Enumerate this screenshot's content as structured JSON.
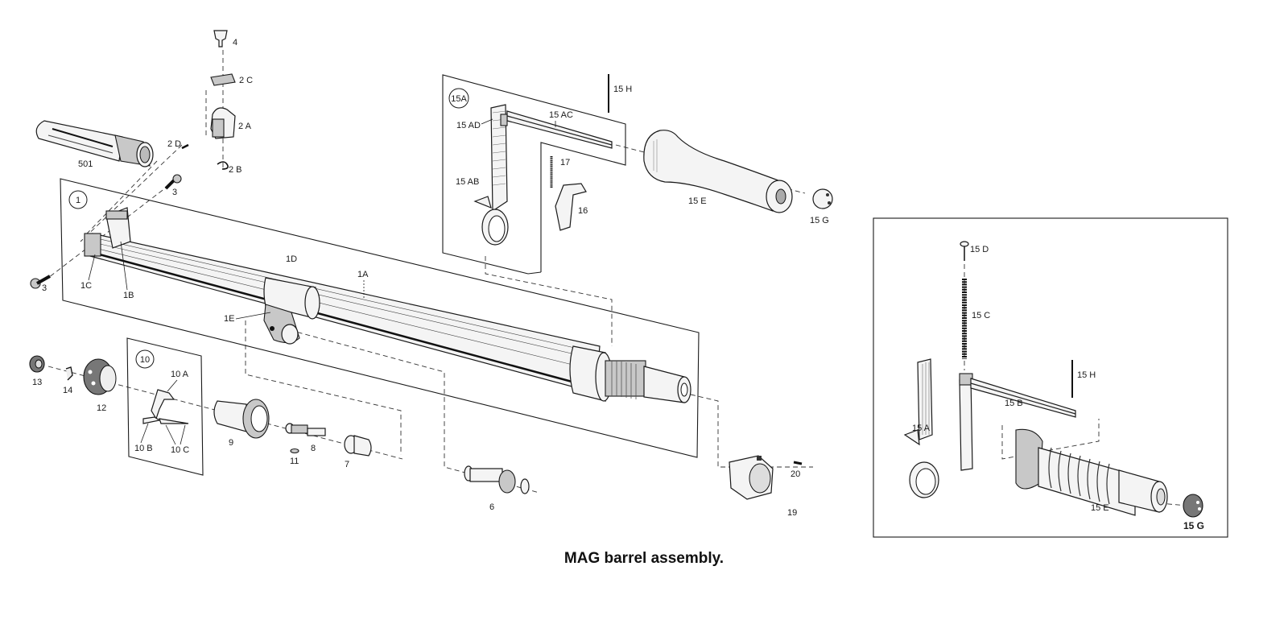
{
  "caption": "MAG barrel assembly.",
  "group_callouts": {
    "barrel_group": "1",
    "gas_regulator_group": "10",
    "carrying_handle_group": "15A"
  },
  "labels": {
    "p4": "4",
    "p2C": "2 C",
    "p2A": "2 A",
    "p2D": "2 D",
    "p2B": "2 B",
    "p501": "501",
    "p3_upper": "3",
    "p3_lower": "3",
    "p1C": "1C",
    "p1B": "1B",
    "p1D": "1D",
    "p1A": "1A",
    "p1E": "1E",
    "p13": "13",
    "p14": "14",
    "p12": "12",
    "p10A": "10 A",
    "p10B": "10 B",
    "p10C": "10 C",
    "p9": "9",
    "p8": "8",
    "p11": "11",
    "p7": "7",
    "p6": "6",
    "p19": "19",
    "p20": "20",
    "p15AD": "15 AD",
    "p15AC": "15 AC",
    "p15AB": "15 AB",
    "p15H_top": "15 H",
    "p17": "17",
    "p16": "16",
    "p15E_top": "15 E",
    "p15G_top": "15 G",
    "inset_15D": "15 D",
    "inset_15C": "15 C",
    "inset_15H": "15 H",
    "inset_15B": "15 B",
    "inset_15A": "15 A",
    "inset_15E": "15 E",
    "inset_15G": "15 G"
  }
}
